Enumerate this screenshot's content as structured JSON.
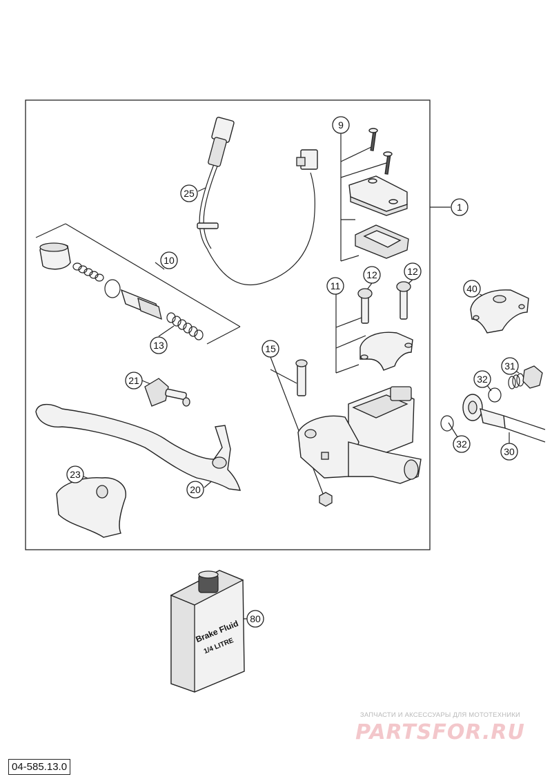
{
  "diagram": {
    "callouts": [
      {
        "id": "c1",
        "label": "1"
      },
      {
        "id": "c9",
        "label": "9"
      },
      {
        "id": "c10",
        "label": "10"
      },
      {
        "id": "c11",
        "label": "11"
      },
      {
        "id": "c12a",
        "label": "12"
      },
      {
        "id": "c12b",
        "label": "12"
      },
      {
        "id": "c13",
        "label": "13"
      },
      {
        "id": "c15",
        "label": "15"
      },
      {
        "id": "c20",
        "label": "20"
      },
      {
        "id": "c21",
        "label": "21"
      },
      {
        "id": "c23",
        "label": "23"
      },
      {
        "id": "c25",
        "label": "25"
      },
      {
        "id": "c30",
        "label": "30"
      },
      {
        "id": "c31",
        "label": "31"
      },
      {
        "id": "c32a",
        "label": "32"
      },
      {
        "id": "c32b",
        "label": "32"
      },
      {
        "id": "c40",
        "label": "40"
      },
      {
        "id": "c80",
        "label": "80"
      }
    ],
    "container_label_line1": "Brake Fluid",
    "container_label_line2": "1/4 LITRE",
    "diagram_code": "04-585.13.0"
  },
  "watermark": {
    "tagline": "ЗАПЧАСТИ И АКСЕССУАРЫ ДЛЯ МОТОТЕХНИКИ",
    "logo_text": "PARTSFOR.RU"
  },
  "colors": {
    "line": "#222222",
    "watermark_logo": "#f3c7cb",
    "watermark_text": "#b9b9b9"
  }
}
